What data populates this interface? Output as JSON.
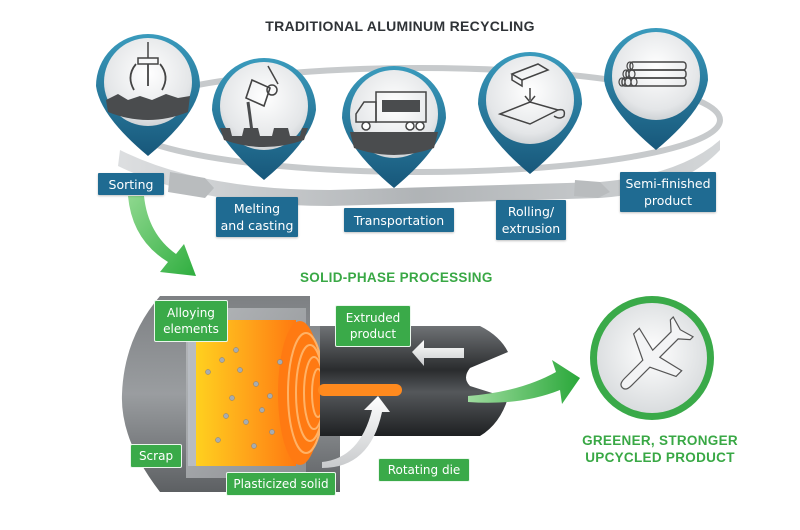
{
  "traditional": {
    "title": "TRADITIONAL ALUMINUM RECYCLING",
    "steps": [
      {
        "label_line1": "Sorting",
        "label_line2": "",
        "icon": "claw-grabbing-scrap-icon"
      },
      {
        "label_line1": "Melting",
        "label_line2": "and casting",
        "icon": "ladle-pouring-icon"
      },
      {
        "label_line1": "Transportation",
        "label_line2": "",
        "icon": "truck-icon"
      },
      {
        "label_line1": "Rolling/",
        "label_line2": "extrusion",
        "icon": "ingot-to-sheet-icon"
      },
      {
        "label_line1": "Semi-finished",
        "label_line2": "product",
        "icon": "stacked-pipes-icon"
      }
    ]
  },
  "solid_phase": {
    "title": "SOLID-PHASE PROCESSING",
    "callouts": {
      "alloying": [
        "Alloying",
        "elements"
      ],
      "extruded": [
        "Extruded",
        "product"
      ],
      "scrap": "Scrap",
      "plasticized": "Plasticized solid",
      "rotating": "Rotating die"
    }
  },
  "result": {
    "line1": "GREENER, STRONGER",
    "line2": "UPCYCLED PRODUCT",
    "icon": "airplane-icon"
  },
  "colors": {
    "blue": "#1f6b92",
    "pin_blue": "#2a86a8",
    "green": "#3aaa49",
    "dark_text": "#2f3337",
    "gray_ring": "#b5b8ba"
  }
}
